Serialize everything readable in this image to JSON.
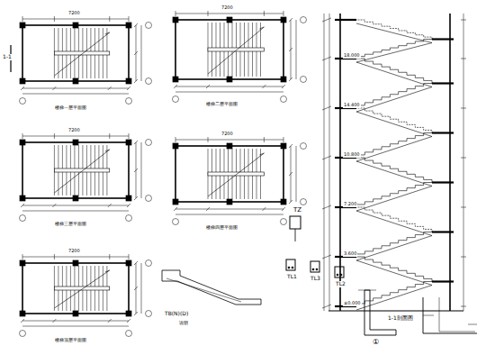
{
  "diagram": {
    "labels": [
      "1-1",
      "7200",
      "7200",
      "7200",
      "7200",
      "7200",
      "楼梯一层平面图",
      "楼梯二层平面图",
      "楼梯三层平面图",
      "楼梯四层平面图",
      "楼梯顶层平面图",
      "1-1剖面图",
      "TZ",
      "TL1",
      "TL3",
      "TL2",
      "TB(N)(D)",
      "说明",
      "①",
      "±0.000",
      "3.600",
      "7.200",
      "10.800",
      "14.400",
      "18.000"
    ]
  }
}
